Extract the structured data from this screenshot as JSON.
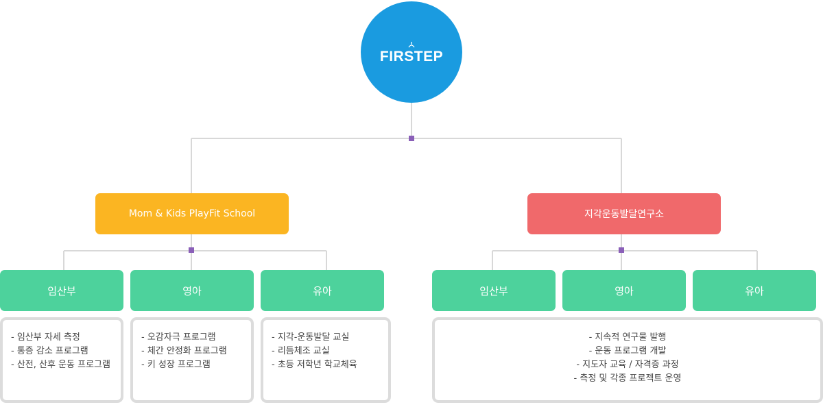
{
  "root": {
    "label": "FIRSTEP"
  },
  "branches": [
    {
      "label": "Mom & Kids PlayFit School",
      "color": "#fbb522",
      "children": [
        {
          "label": "임산부",
          "items": [
            "- 임산부 자세 측정",
            "- 통증 감소 프로그램",
            "- 산전, 산후 운동 프로그램"
          ]
        },
        {
          "label": "영아",
          "items": [
            "- 오감자극 프로그램",
            "- 체간 안정화 프로그램",
            "- 키 성장 프로그램"
          ]
        },
        {
          "label": "유아",
          "items": [
            "- 지각-운동발달 교실",
            "- 리듬체조 교실",
            "- 초등 저학년 학교체육"
          ]
        }
      ]
    },
    {
      "label": "지각운동발달연구소",
      "color": "#f0696b",
      "children": [
        {
          "label": "임산부"
        },
        {
          "label": "영아"
        },
        {
          "label": "유아"
        }
      ],
      "items": [
        "- 지속적 연구물 발행",
        "- 운동 프로그램 개발",
        "- 지도자 교육 / 자격증 과정",
        "- 측정 및 각종 프로젝트 운영"
      ]
    }
  ],
  "colors": {
    "root": "#1a9be0",
    "leaf": "#4dd29c",
    "connector": "#d8d8d8",
    "junction": "#8a5fb8"
  }
}
